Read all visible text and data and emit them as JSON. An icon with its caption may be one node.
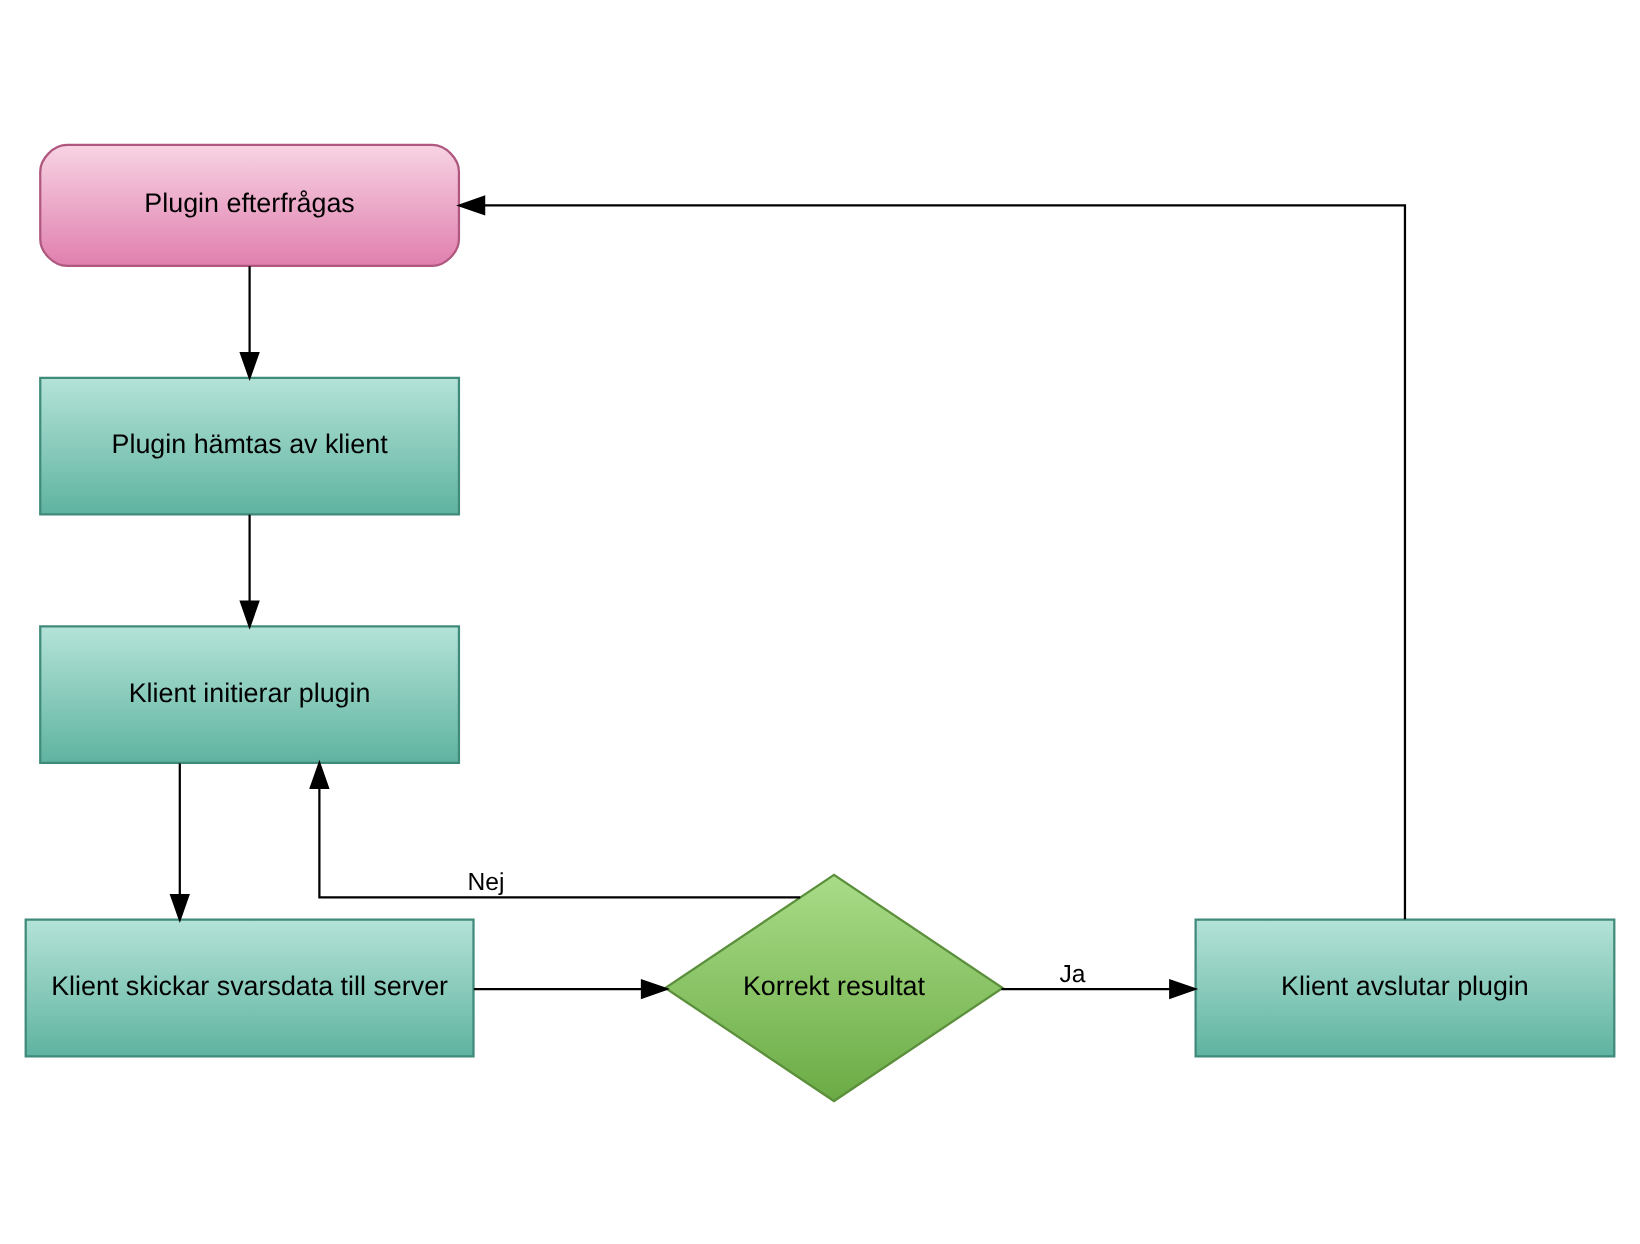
{
  "diagram": {
    "nodes": [
      {
        "text": [
          "Plugin efterfrågas"
        ]
      },
      {
        "text": [
          "Plugin hämtas av klient"
        ]
      },
      {
        "text": [
          "Klient initierar plugin"
        ]
      },
      {
        "text": [
          "Klient skickar svarsdata till server"
        ]
      },
      {
        "text": [
          "Korrekt resultat"
        ]
      },
      {
        "text": [
          "Klient avslutar plugin"
        ]
      }
    ],
    "edges": [
      {
        "from": 0,
        "to": 1,
        "arrow": "to"
      },
      {
        "from": 1,
        "to": 2,
        "arrow": "to"
      },
      {
        "from": 2,
        "to": 3,
        "arrow": "to"
      },
      {
        "from": 3,
        "to": 4,
        "arrow": "to"
      },
      {
        "from": 4,
        "to": 2,
        "arrow": "to",
        "label": "Nej"
      },
      {
        "from": 4,
        "to": 5,
        "arrow": "to",
        "label": "Ja"
      },
      {
        "from": 5,
        "to": 0,
        "arrow": "to"
      }
    ]
  }
}
